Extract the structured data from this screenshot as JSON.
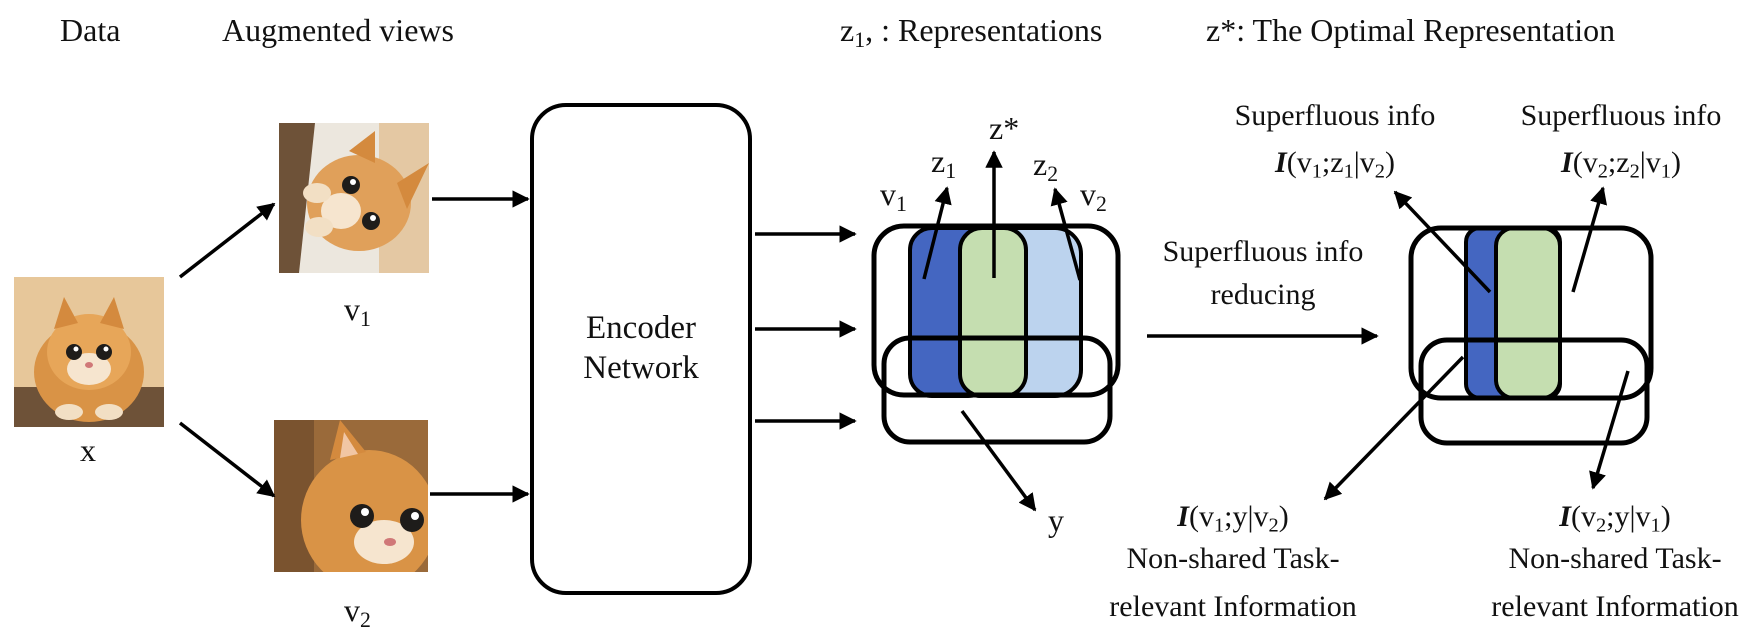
{
  "header": {
    "data": "Data",
    "augmented_views": "Augmented views",
    "representations": ", : Representations",
    "optimal": "z*: The Optimal Representation"
  },
  "inputs": {
    "x_label": "x",
    "v1_label": "v",
    "v2_label": "v"
  },
  "encoder": {
    "line1": "Encoder",
    "line2": "Network"
  },
  "venn_left": {
    "v1": "v",
    "v2": "v",
    "z1": "z",
    "z2": "z",
    "zstar": "z*",
    "y": "y"
  },
  "middle": {
    "line1": "Superfluous info",
    "line2": "reducing"
  },
  "right_annotations": {
    "superfluous_1_title": "Superfluous info",
    "superfluous_1_formula": "I(v1;z1|v2)",
    "superfluous_2_title": "Superfluous info",
    "superfluous_2_formula": "I(v2;z2|v1)",
    "task_1_formula": "I(v1;y|v2)",
    "task_1_line1": "Non-shared Task-",
    "task_1_line2": "relevant Information",
    "task_2_formula": "I(v2;y|v1)",
    "task_2_line1": "Non-shared Task-",
    "task_2_line2": "relevant Information"
  },
  "colors": {
    "dark_blue": "#4466c1",
    "light_blue": "#bcd3ee",
    "green": "#c5deb0",
    "fur": "#d99346"
  },
  "icons": [
    "cat-photo"
  ]
}
